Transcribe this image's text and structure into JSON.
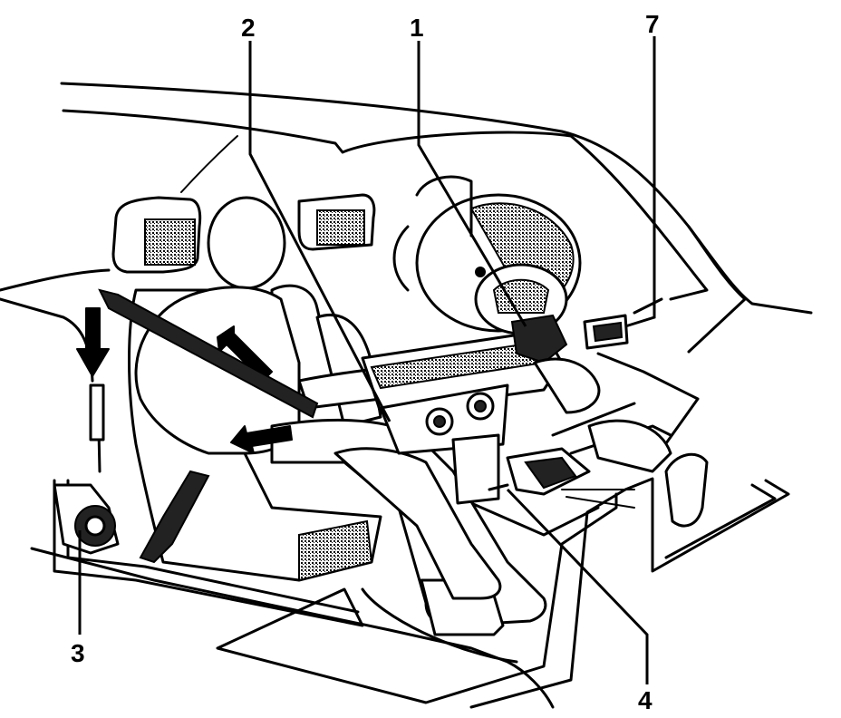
{
  "callouts": [
    {
      "id": "1",
      "label": "1"
    },
    {
      "id": "2",
      "label": "2"
    },
    {
      "id": "3",
      "label": "3"
    },
    {
      "id": "4",
      "label": "4"
    },
    {
      "id": "7",
      "label": "7"
    }
  ],
  "colors": {
    "ink": "#000000",
    "background": "#ffffff"
  }
}
